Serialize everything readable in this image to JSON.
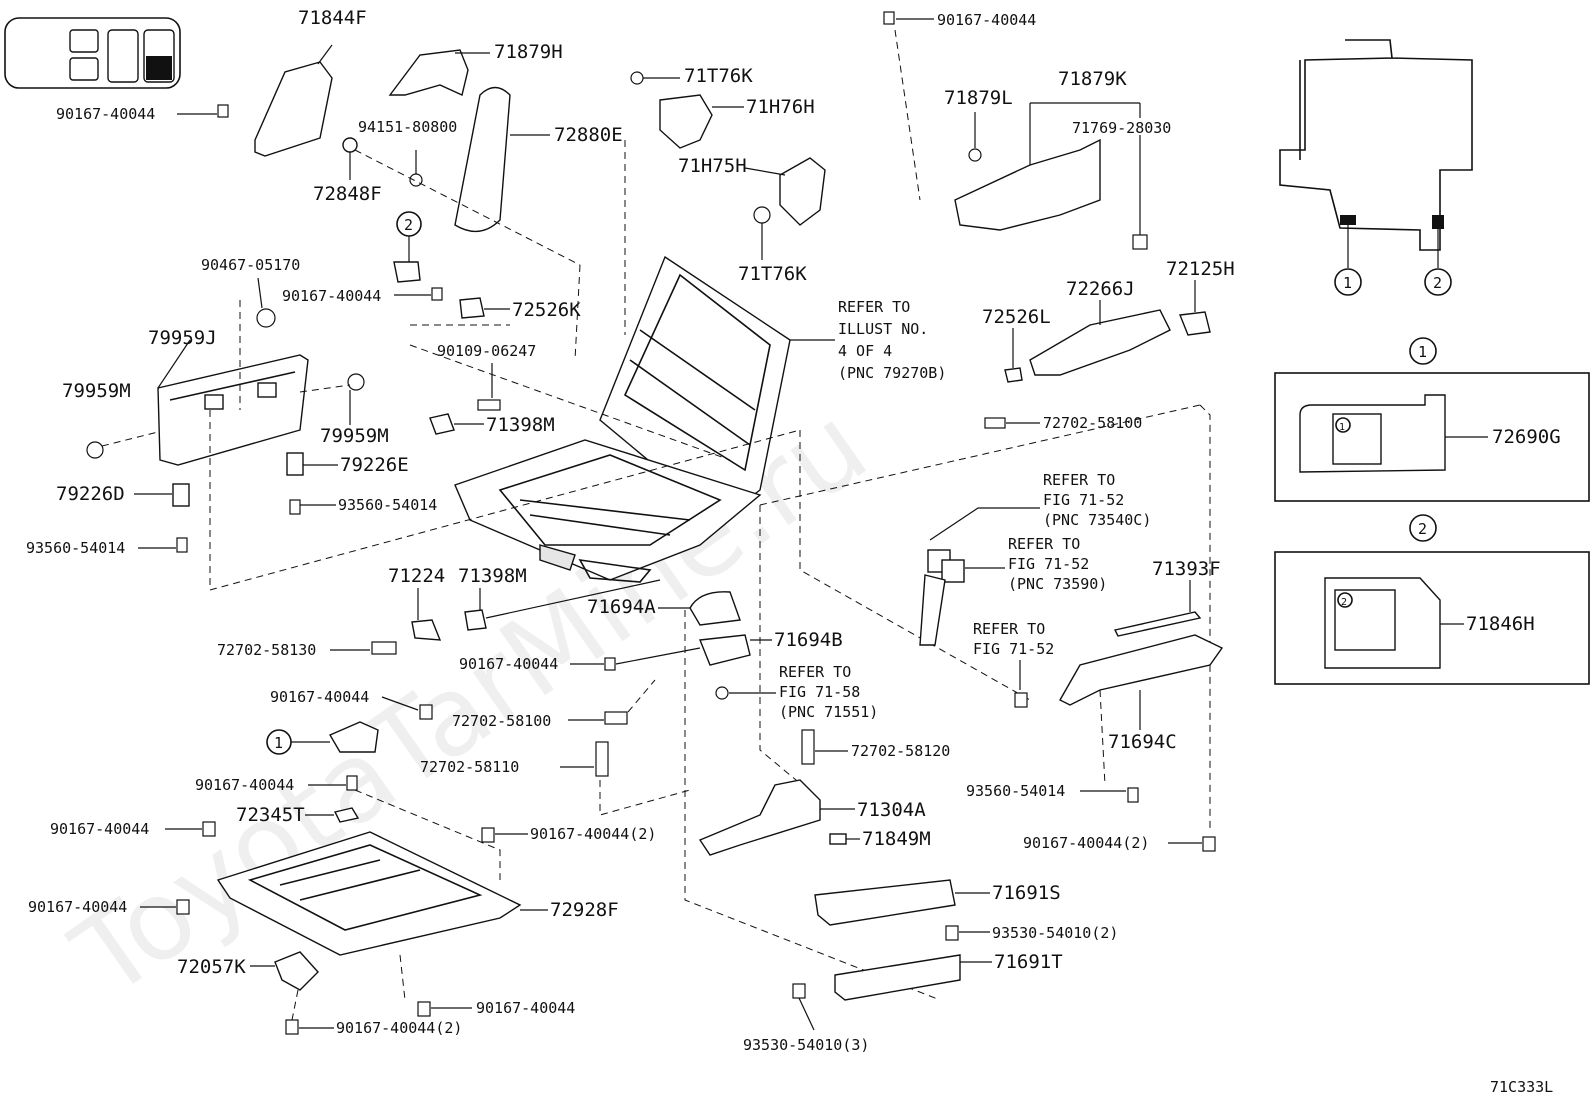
{
  "watermark": "ToyotaTarMine.ru",
  "illustration_code": "71C333L",
  "part_labels": {
    "p71844F": "71844F",
    "p71879H": "71879H",
    "p90167_40044_a": "90167-40044",
    "p94151_80800": "94151-80800",
    "p72880E": "72880E",
    "p72848F": "72848F",
    "p71T76K_a": "71T76K",
    "p71H76H": "71H76H",
    "p71H75H": "71H75H",
    "p71T76K_b": "71T76K",
    "p90167_40044_top": "90167-40044",
    "p71879L": "71879L",
    "p71879K": "71879K",
    "p71769_28030": "71769-28030",
    "p90467_05170": "90467-05170",
    "p90167_40044_b": "90167-40044",
    "p72526K": "72526K",
    "p79959J": "79959J",
    "p79959M_a": "79959M",
    "p79959M_b": "79959M",
    "p90109_06247": "90109-06247",
    "p71398M_a": "71398M",
    "p79226E": "79226E",
    "p79226D": "79226D",
    "p93560_54014_a": "93560-54014",
    "p93560_54014_b": "93560-54014",
    "p72266J": "72266J",
    "p72125H": "72125H",
    "p72526L": "72526L",
    "p72702_58100_a": "72702-58100",
    "p71224": "71224",
    "p71398M_b": "71398M",
    "p72702_58130": "72702-58130",
    "p71694A": "71694A",
    "p71694B": "71694B",
    "p90167_40044_c": "90167-40044",
    "p71393F": "71393F",
    "p90167_40044_d": "90167-40044",
    "p72702_58100_b": "72702-58100",
    "p72702_58120": "72702-58120",
    "p72702_58110": "72702-58110",
    "p71694C": "71694C",
    "p93560_54014_c": "93560-54014",
    "p90167_40044_e": "90167-40044",
    "p72345T": "72345T",
    "p90167_40044_f": "90167-40044",
    "p90167_40044_2a": "90167-40044(2)",
    "p71304A": "71304A",
    "p71849M": "71849M",
    "p90167_40044_2b": "90167-40044(2)",
    "p90167_40044_g": "90167-40044",
    "p72928F": "72928F",
    "p71691S": "71691S",
    "p93530_54010_2": "93530-54010(2)",
    "p72057K": "72057K",
    "p71691T": "71691T",
    "p90167_40044_h": "90167-40044",
    "p90167_40044_2c": "90167-40044(2)",
    "p93530_54010_3": "93530-54010(3)",
    "p72690G": "72690G",
    "p71846H": "71846H"
  },
  "callout_markers": {
    "m1": "1",
    "m2": "2",
    "m1_left": "1",
    "m2_left": "2",
    "m1_inset": "1",
    "m2_inset": "2",
    "m1_box": "1",
    "m2_box": "2"
  },
  "references": {
    "ref_illust": [
      "REFER TO",
      "ILLUST NO.",
      "4 OF 4",
      "(PNC 79270B)"
    ],
    "ref_73540C": [
      "REFER TO",
      "FIG 71-52",
      "(PNC 73540C)"
    ],
    "ref_73590": [
      "REFER TO",
      "FIG 71-52",
      "(PNC 73590)"
    ],
    "ref_7152": [
      "REFER TO",
      "FIG 71-52"
    ],
    "ref_71551": [
      "REFER TO",
      "FIG 71-58",
      "(PNC 71551)"
    ]
  }
}
